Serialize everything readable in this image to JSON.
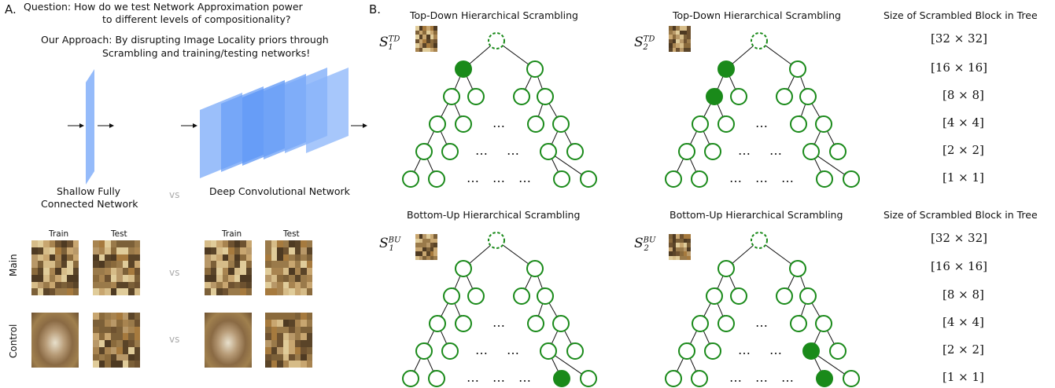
{
  "panel_a": {
    "label": "A.",
    "question_line1": "Question: How do we test Network Approximation power",
    "question_line2": "to different levels of compositionality?",
    "approach_line1": "Our Approach: By disrupting Image Locality priors through",
    "approach_line2": "Scrambling and training/testing networks!",
    "shallow_label_line1": "Shallow Fully",
    "shallow_label_line2": "Connected Network",
    "deep_label": "Deep Convolutional Network",
    "vs": "vs",
    "train": "Train",
    "test": "Test",
    "row_main": "Main",
    "row_control": "Control"
  },
  "panel_b": {
    "label": "B.",
    "td_title": "Top-Down Hierarchical Scrambling",
    "bu_title": "Bottom-Up Hierarchical Scrambling",
    "size_header": "Size of Scrambled Block in Tree",
    "sizes": [
      "[32 × 32]",
      "[16 × 16]",
      "[8 × 8]",
      "[4 × 4]",
      "[2 × 2]",
      "[1 × 1]"
    ],
    "symbols": {
      "s1_td": {
        "base": "S",
        "sup": "TD",
        "sub": "1"
      },
      "s2_td": {
        "base": "S",
        "sup": "TD",
        "sub": "2"
      },
      "s1_bu": {
        "base": "S",
        "sup": "BU",
        "sub": "1"
      },
      "s2_bu": {
        "base": "S",
        "sup": "BU",
        "sub": "2"
      }
    },
    "ellipsis": "…"
  },
  "colors": {
    "tree_green": "#1a8a1a",
    "layer_blue": "#7aaaf8",
    "vs_gray": "#aaaaaa"
  }
}
